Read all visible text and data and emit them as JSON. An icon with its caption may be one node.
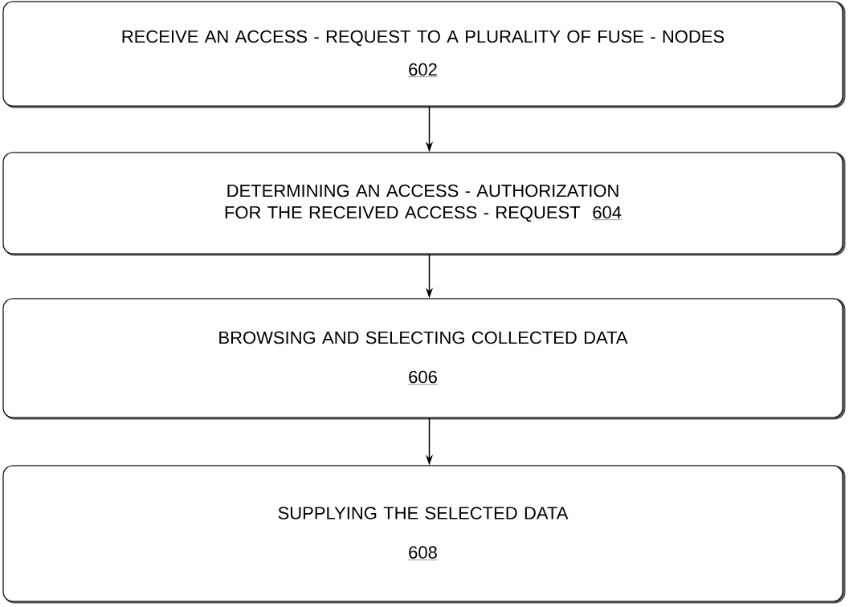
{
  "diagram": {
    "nodes": [
      {
        "text": [
          "RECEIVE AN ACCESS - REQUEST TO A PLURALITY OF FUSE - NODES",
          "602"
        ]
      },
      {
        "text": [
          "DETERMINING AN ACCESS - AUTHORIZATION FOR THE RECEIVED ACCESS - REQUEST",
          "604"
        ]
      },
      {
        "text": [
          "BROWSING AND SELECTING COLLECTED DATA",
          "606"
        ]
      },
      {
        "text": [
          "SUPPLYING THE SELECTED DATA",
          "608"
        ]
      }
    ],
    "edges": [
      {
        "from": 0,
        "to": 1,
        "arrow": "to"
      },
      {
        "from": 1,
        "to": 2,
        "arrow": "to"
      },
      {
        "from": 2,
        "to": 3,
        "arrow": "to"
      }
    ]
  }
}
